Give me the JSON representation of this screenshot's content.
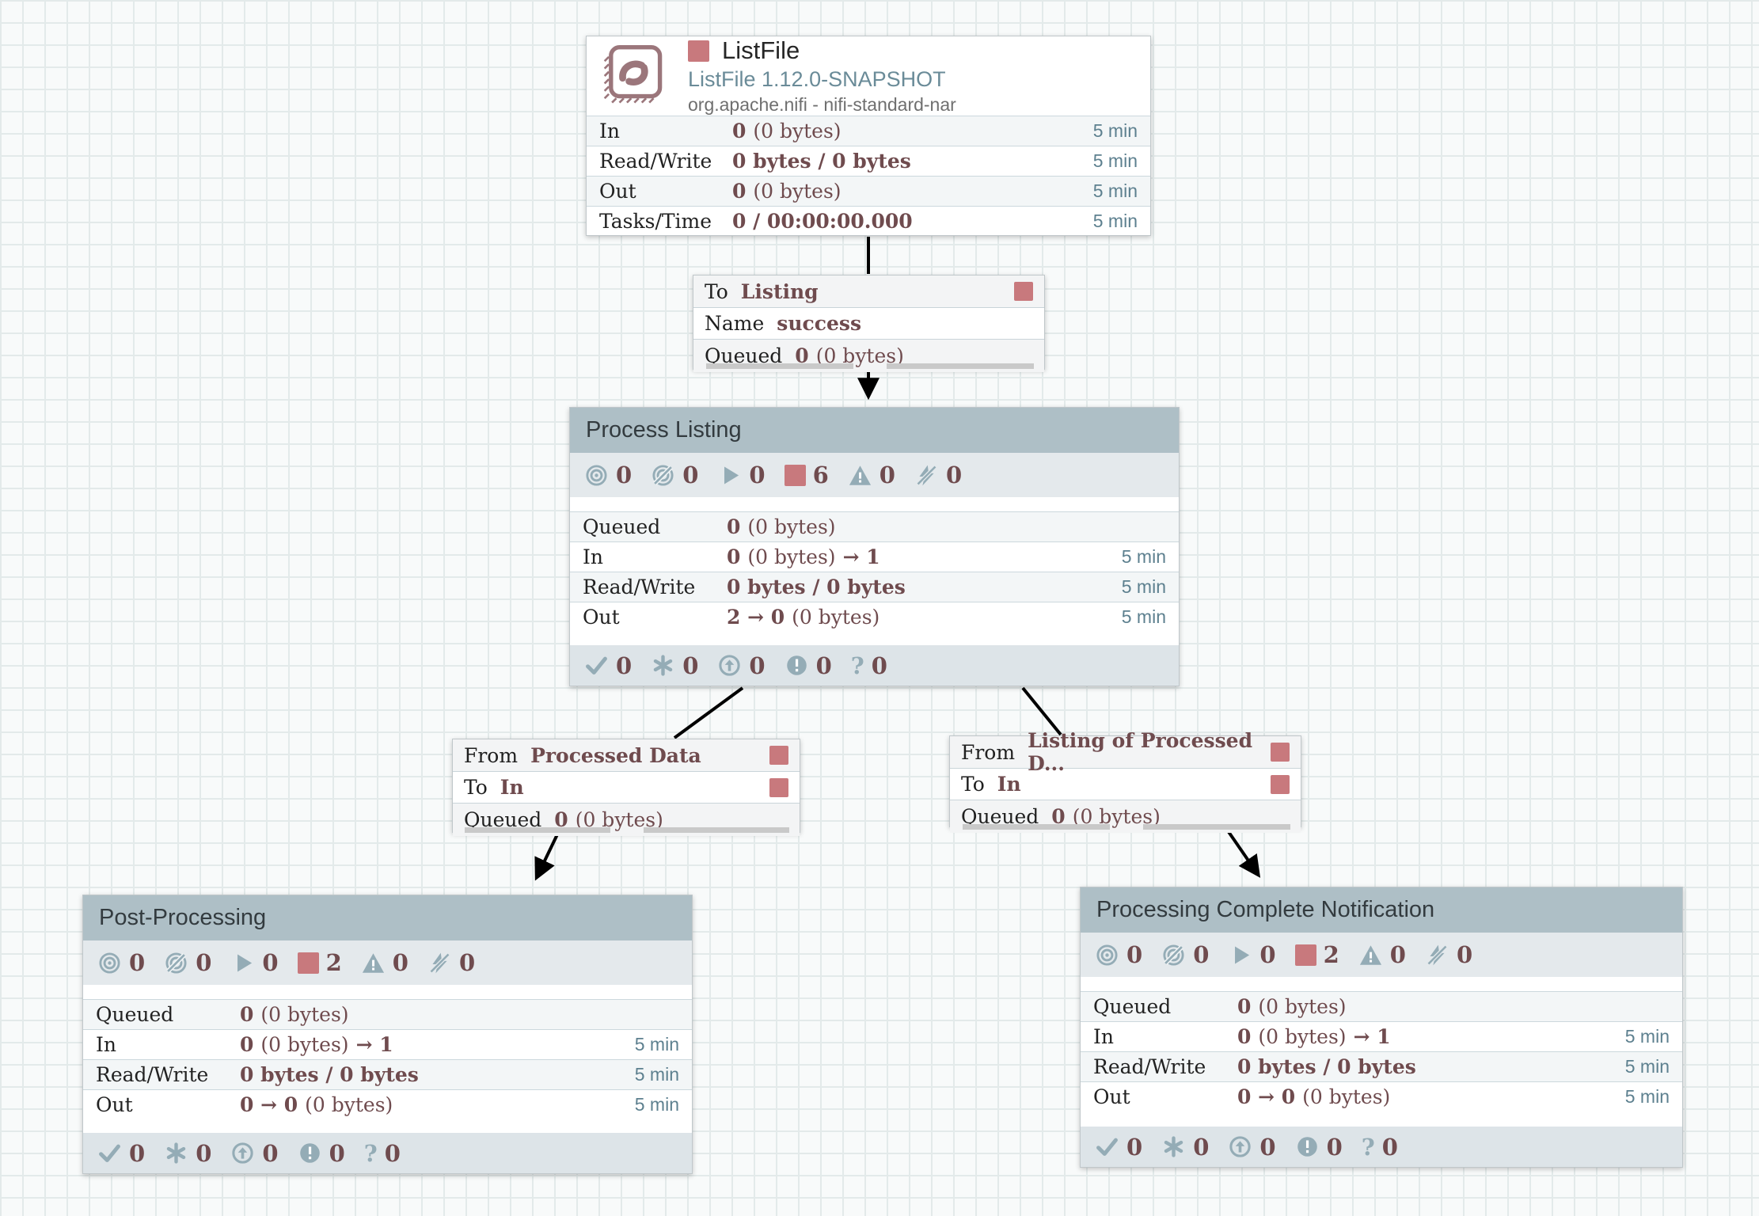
{
  "colors": {
    "stopped_red": "#c8797d",
    "slate_icon": "#94acb6",
    "value_maroon": "#6f4b4e",
    "group_header": "#aebfc6",
    "time_window": "#5d808f",
    "canvas_grid": "#e3eaea"
  },
  "processor": {
    "title": "ListFile",
    "type": "ListFile 1.12.0-SNAPSHOT",
    "bundle": "org.apache.nifi - nifi-standard-nar",
    "rows": [
      {
        "label": "In",
        "b1": "0",
        "p1": "(0 bytes)",
        "b2": "",
        "window": "5 min"
      },
      {
        "label": "Read/Write",
        "b1": "0 bytes / 0 bytes",
        "p1": "",
        "b2": "",
        "window": "5 min"
      },
      {
        "label": "Out",
        "b1": "0",
        "p1": "(0 bytes)",
        "b2": "",
        "window": "5 min"
      },
      {
        "label": "Tasks/Time",
        "b1": "0 / 00:00:00.000",
        "p1": "",
        "b2": "",
        "window": "5 min"
      }
    ]
  },
  "connections": [
    {
      "to_label": "To",
      "to_value": "Listing",
      "name_label": "Name",
      "name_value": "success",
      "queued_label": "Queued",
      "queued_b": "0",
      "queued_p": "(0 bytes)"
    },
    {
      "from_label": "From",
      "from_value": "Processed Data",
      "to_label": "To",
      "to_value": "In",
      "queued_label": "Queued",
      "queued_b": "0",
      "queued_p": "(0 bytes)"
    },
    {
      "from_label": "From",
      "from_value": "Listing of Processed D...",
      "to_label": "To",
      "to_value": "In",
      "queued_label": "Queued",
      "queued_b": "0",
      "queued_p": "(0 bytes)"
    }
  ],
  "groups": [
    {
      "title": "Process Listing",
      "counts": {
        "transmitting": "0",
        "not_transmitting": "0",
        "running": "0",
        "stopped": "6",
        "invalid": "0",
        "disabled": "0"
      },
      "rows": [
        {
          "label": "Queued",
          "b1": "0",
          "p1": "(0 bytes)",
          "b2": "",
          "window": ""
        },
        {
          "label": "In",
          "b1": "0",
          "p1": "(0 bytes)",
          "b2": "→ 1",
          "window": "5 min"
        },
        {
          "label": "Read/Write",
          "b1": "0 bytes / 0 bytes",
          "p1": "",
          "b2": "",
          "window": "5 min"
        },
        {
          "label": "Out",
          "b1": "2 → 0",
          "p1": "(0 bytes)",
          "b2": "",
          "window": "5 min"
        }
      ],
      "versioned": {
        "up_to_date": "0",
        "locally_modified": "0",
        "stale": "0",
        "locally_modified_and_stale": "0",
        "sync_failure": "0"
      }
    },
    {
      "title": "Post-Processing",
      "counts": {
        "transmitting": "0",
        "not_transmitting": "0",
        "running": "0",
        "stopped": "2",
        "invalid": "0",
        "disabled": "0"
      },
      "rows": [
        {
          "label": "Queued",
          "b1": "0",
          "p1": "(0 bytes)",
          "b2": "",
          "window": ""
        },
        {
          "label": "In",
          "b1": "0",
          "p1": "(0 bytes)",
          "b2": "→ 1",
          "window": "5 min"
        },
        {
          "label": "Read/Write",
          "b1": "0 bytes / 0 bytes",
          "p1": "",
          "b2": "",
          "window": "5 min"
        },
        {
          "label": "Out",
          "b1": "0 → 0",
          "p1": "(0 bytes)",
          "b2": "",
          "window": "5 min"
        }
      ],
      "versioned": {
        "up_to_date": "0",
        "locally_modified": "0",
        "stale": "0",
        "locally_modified_and_stale": "0",
        "sync_failure": "0"
      }
    },
    {
      "title": "Processing Complete Notification",
      "counts": {
        "transmitting": "0",
        "not_transmitting": "0",
        "running": "0",
        "stopped": "2",
        "invalid": "0",
        "disabled": "0"
      },
      "rows": [
        {
          "label": "Queued",
          "b1": "0",
          "p1": "(0 bytes)",
          "b2": "",
          "window": ""
        },
        {
          "label": "In",
          "b1": "0",
          "p1": "(0 bytes)",
          "b2": "→ 1",
          "window": "5 min"
        },
        {
          "label": "Read/Write",
          "b1": "0 bytes / 0 bytes",
          "p1": "",
          "b2": "",
          "window": "5 min"
        },
        {
          "label": "Out",
          "b1": "0 → 0",
          "p1": "(0 bytes)",
          "b2": "",
          "window": "5 min"
        }
      ],
      "versioned": {
        "up_to_date": "0",
        "locally_modified": "0",
        "stale": "0",
        "locally_modified_and_stale": "0",
        "sync_failure": "0"
      }
    }
  ]
}
